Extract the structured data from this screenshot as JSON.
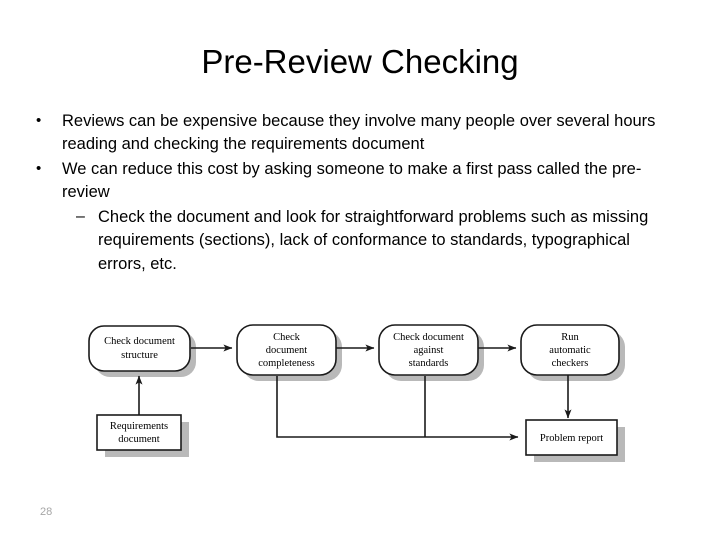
{
  "slide": {
    "title": "Pre-Review Checking",
    "page_number": "28",
    "bullets": [
      {
        "level": 1,
        "marker": "•",
        "text": "Reviews can be expensive because they involve many people over several hours reading and checking the requirements document"
      },
      {
        "level": 1,
        "marker": "•",
        "text": "We can reduce this cost by asking someone to make a first pass called the pre-review"
      },
      {
        "level": 2,
        "marker": "–",
        "text": "Check the document and look for straightforward problems such as missing requirements (sections), lack of conformance to standards, typographical errors, etc."
      }
    ]
  },
  "diagram": {
    "type": "flowchart",
    "shadow_color": "#b9b9b9",
    "line_color": "#1a1a1a",
    "fill_color": "#ffffff",
    "nodes": [
      {
        "id": "check-document-structure",
        "shape": "rounded",
        "lines": [
          "Check document",
          "structure"
        ]
      },
      {
        "id": "check-document-completeness",
        "shape": "rounded",
        "lines": [
          "Check",
          "document",
          "completeness"
        ]
      },
      {
        "id": "check-document-against-standards",
        "shape": "rounded",
        "lines": [
          "Check document",
          "against",
          "standards"
        ]
      },
      {
        "id": "run-automatic-checkers",
        "shape": "rounded",
        "lines": [
          "Run",
          "automatic",
          "checkers"
        ]
      },
      {
        "id": "requirements-document",
        "shape": "rectangle",
        "lines": [
          "Requirements",
          "document"
        ]
      },
      {
        "id": "problem-report",
        "shape": "rectangle",
        "lines": [
          "Problem report"
        ]
      }
    ],
    "edges": [
      {
        "from": "check-document-structure",
        "to": "check-document-completeness"
      },
      {
        "from": "check-document-completeness",
        "to": "check-document-against-standards"
      },
      {
        "from": "check-document-against-standards",
        "to": "run-automatic-checkers"
      },
      {
        "from": "requirements-document",
        "to": "check-document-structure"
      },
      {
        "from": "run-automatic-checkers",
        "to": "problem-report"
      },
      {
        "from": "check-document-completeness",
        "to": "problem-report"
      },
      {
        "from": "check-document-against-standards",
        "to": "problem-report"
      }
    ]
  }
}
